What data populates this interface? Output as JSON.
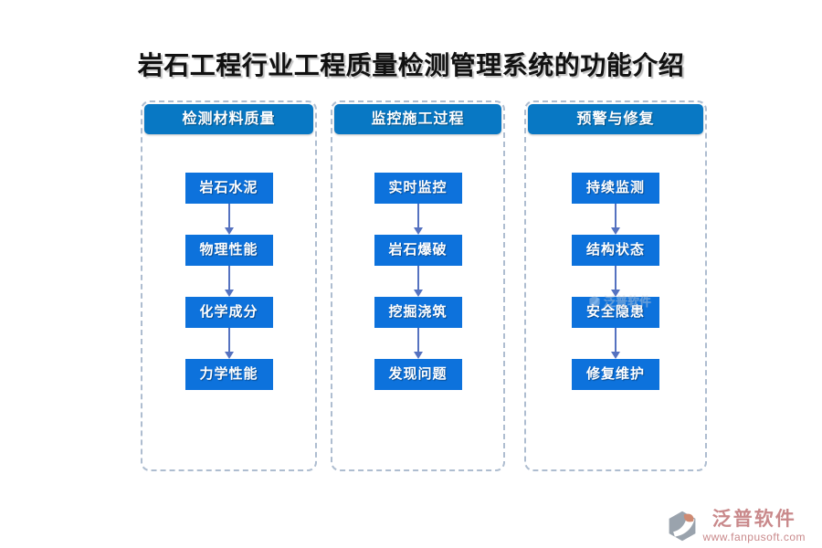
{
  "title": "岩石工程行业工程质量检测管理系统的功能介绍",
  "colors": {
    "header_blue": "#0878c4",
    "box_blue": "#0d72dc",
    "arrow": "#5572c0",
    "dashed_border": "#aebdd0",
    "brand_rose": "#c9898b",
    "brand_gray": "#9aa3ad"
  },
  "columns": [
    {
      "header": "检测材料质量",
      "items": [
        "岩石水泥",
        "物理性能",
        "化学成分",
        "力学性能"
      ]
    },
    {
      "header": "监控施工过程",
      "items": [
        "实时监控",
        "岩石爆破",
        "挖掘浇筑",
        "发现问题"
      ]
    },
    {
      "header": "预警与修复",
      "items": [
        "持续监测",
        "结构状态",
        "安全隐患",
        "修复维护"
      ]
    }
  ],
  "watermark": {
    "text": "泛普软件"
  },
  "footer": {
    "brand": "泛普软件",
    "url": "www.fanpusoft.com"
  }
}
